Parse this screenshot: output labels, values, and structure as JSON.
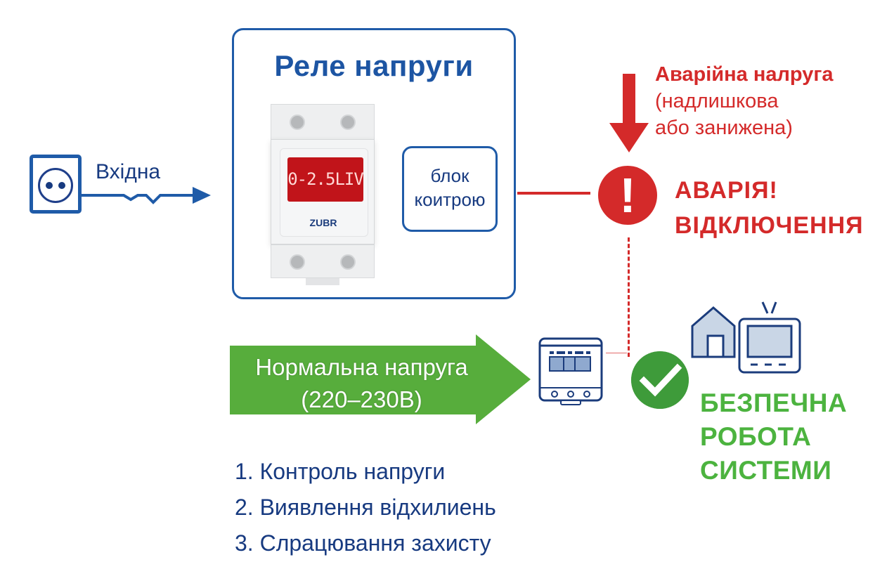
{
  "input": {
    "label": "Вхідна",
    "icon": "power-socket-icon"
  },
  "relay": {
    "title": "Реле напруги",
    "device": {
      "display": "0-2.5LIV",
      "brand": "ZUBR"
    },
    "control_block": [
      "блок",
      "коитрою"
    ]
  },
  "alarm": {
    "voltage_title": "Аварійна налруга",
    "voltage_detail": [
      "(надлишкова",
      "або занижена)"
    ],
    "status": [
      "АВАРІЯ!",
      "ВІДКЛЮЧЕННЯ"
    ],
    "icon": "exclamation-icon"
  },
  "normal": {
    "label": "Нормальна напруга",
    "range": "(220–230В)"
  },
  "safe": {
    "lines": [
      "БЕЗПЕЧНА",
      "РОБОТА",
      "СИСТЕМИ"
    ],
    "icon": "check-icon"
  },
  "steps": [
    "1. Контроль напруги",
    "2. Виявлення відхилиень",
    "3. Слрацювання захисту"
  ],
  "colors": {
    "blue": "#1f5ba8",
    "navy": "#173a80",
    "red": "#d42a2a",
    "green": "#4cb33f",
    "green_arrow": "#57ad3c"
  }
}
